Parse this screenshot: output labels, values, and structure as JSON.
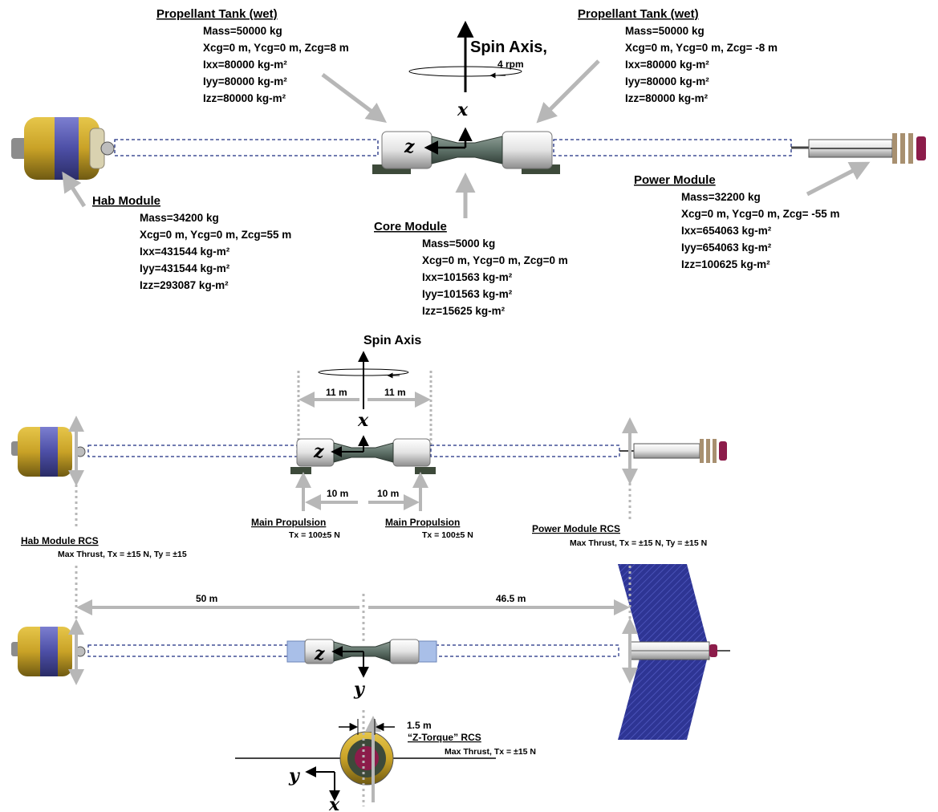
{
  "top": {
    "spin_axis_label": "Spin Axis,",
    "spin_rate": "4 rpm",
    "axis_x": "x",
    "axis_z": "z",
    "tank_left": {
      "title": "Propellant Tank (wet)",
      "props": [
        "Mass=50000 kg",
        "Xcg=0 m, Ycg=0 m, Zcg=8 m",
        "Ixx=80000 kg-m²",
        "Iyy=80000 kg-m²",
        "Izz=80000 kg-m²"
      ]
    },
    "tank_right": {
      "title": "Propellant Tank (wet)",
      "props": [
        "Mass=50000 kg",
        "Xcg=0 m, Ycg=0 m, Zcg= -8 m",
        "Ixx=80000 kg-m²",
        "Iyy=80000 kg-m²",
        "Izz=80000 kg-m²"
      ]
    },
    "hab": {
      "title": "Hab Module",
      "props": [
        "Mass=34200 kg",
        "Xcg=0 m, Ycg=0 m, Zcg=55 m",
        "Ixx=431544 kg-m²",
        "Iyy=431544 kg-m²",
        "Izz=293087 kg-m²"
      ]
    },
    "core": {
      "title": "Core Module",
      "props": [
        "Mass=5000 kg",
        "Xcg=0 m, Ycg=0 m, Zcg=0 m",
        "Ixx=101563 kg-m²",
        "Iyy=101563 kg-m²",
        "Izz=15625 kg-m²"
      ]
    },
    "power": {
      "title": "Power Module",
      "props": [
        "Mass=32200 kg",
        "Xcg=0 m, Ycg=0 m, Zcg= -55 m",
        "Ixx=654063 kg-m²",
        "Iyy=654063 kg-m²",
        "Izz=100625 kg-m²"
      ]
    }
  },
  "middle": {
    "spin_axis_label": "Spin Axis",
    "axis_x": "x",
    "axis_z": "z",
    "dim_left": "11 m",
    "dim_right": "11 m",
    "prop_dim_left": "10 m",
    "prop_dim_right": "10 m",
    "main_prop_left": {
      "title": "Main Propulsion",
      "thrust": "Tx = 100±5 N"
    },
    "main_prop_right": {
      "title": "Main Propulsion",
      "thrust": "Tx = 100±5 N"
    },
    "hab_rcs": {
      "title": "Hab Module RCS",
      "thrust": "Max Thrust, Tx = ±15 N, Ty = ±15"
    },
    "power_rcs": {
      "title": "Power Module RCS",
      "thrust": "Max Thrust, Tx = ±15 N, Ty = ±15 N"
    }
  },
  "bottom": {
    "dim_left": "50 m",
    "dim_right": "46.5 m",
    "axis_z": "z",
    "axis_y": "y",
    "offset": "1.5 m",
    "ztorque": {
      "title": "“Z-Torque” RCS",
      "thrust": "Max Thrust, Tx = ±15 N"
    },
    "end_axis_y": "y",
    "end_axis_x": "x"
  },
  "colors": {
    "hab_yellow": "#C9A227",
    "hab_band": "#4D4FA6",
    "core_green": "#5E7168",
    "tank_white": "#E9E9E9",
    "tank_blue": "#A9BFE8",
    "solar_blue": "#2E3594",
    "arrow_gray": "#B7B7B7",
    "truss_blue": "#1C2C80"
  }
}
